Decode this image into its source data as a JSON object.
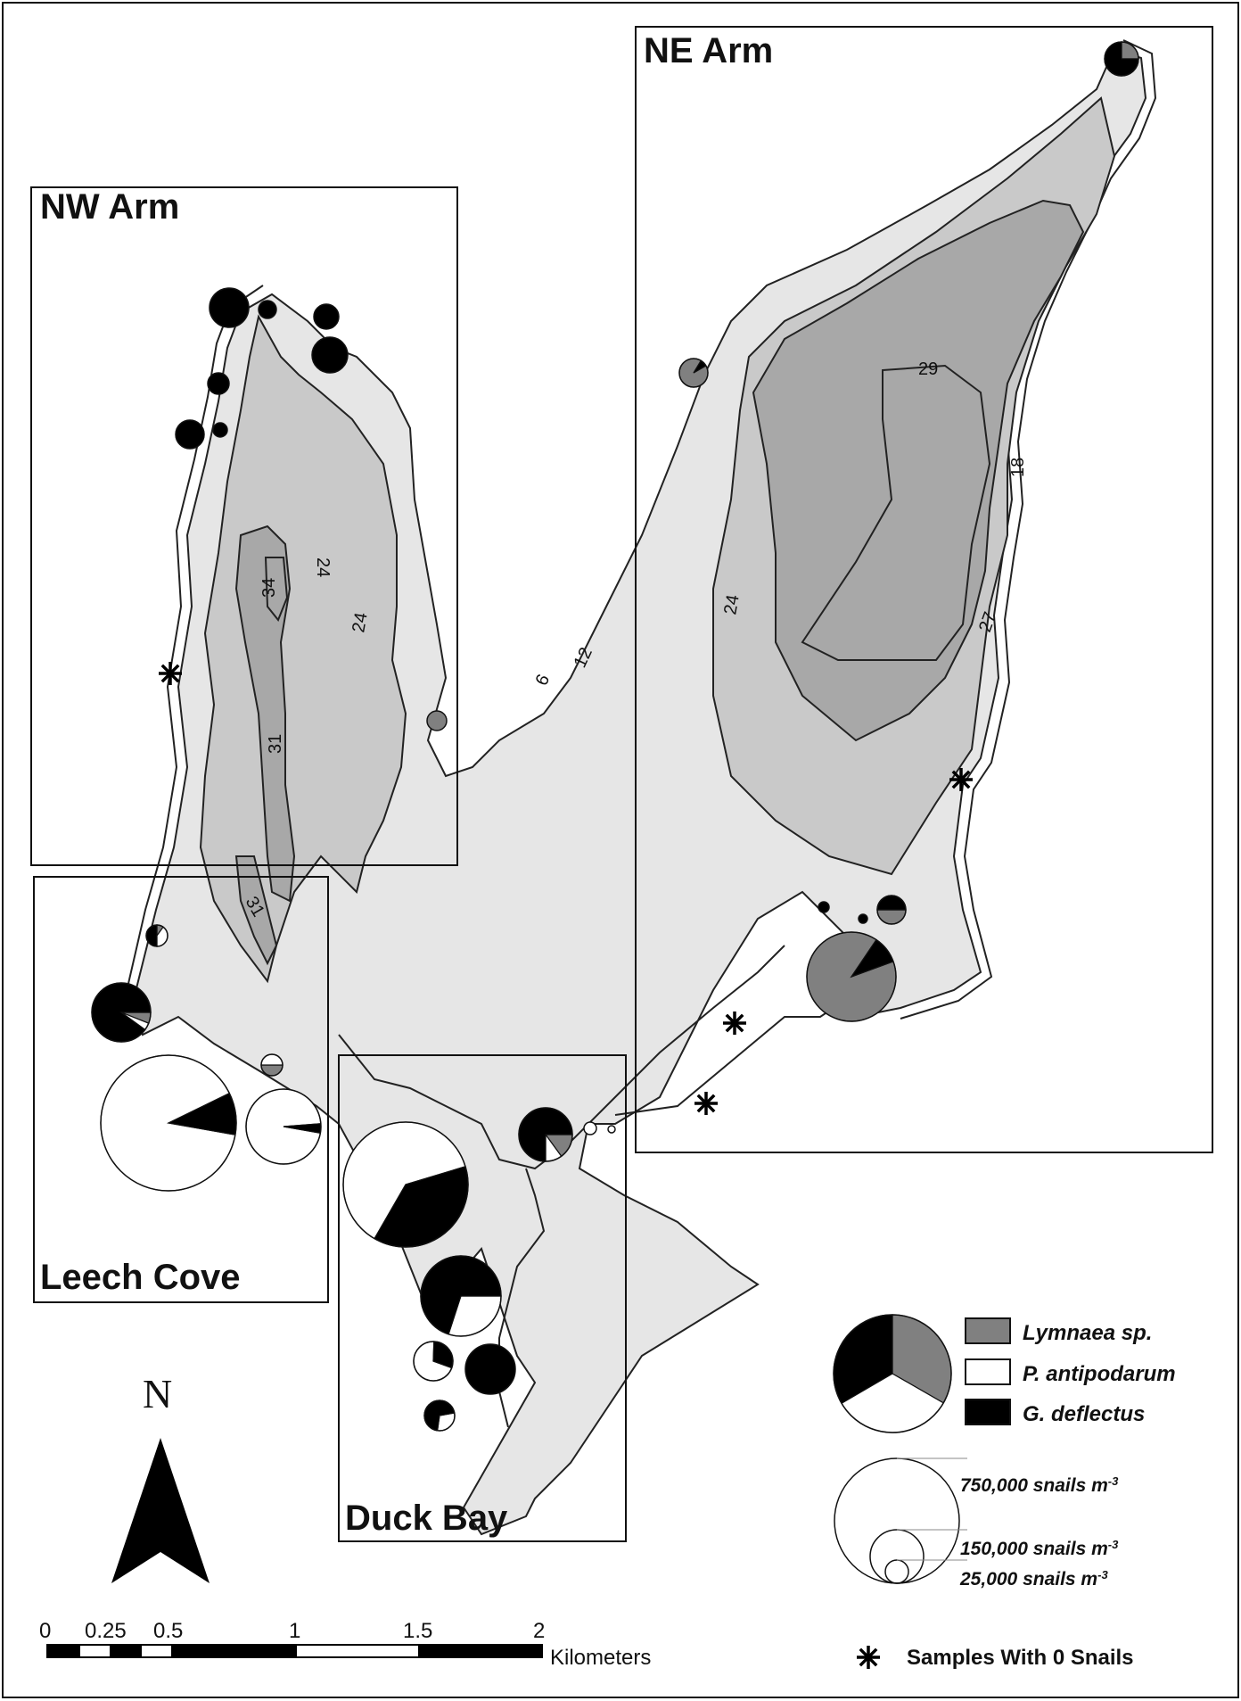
{
  "regions": {
    "ne_arm": "NE Arm",
    "nw_arm": "NW Arm",
    "leech_cove": "Leech Cove",
    "duck_bay": "Duck Bay"
  },
  "contours": {
    "c29": "29",
    "c18": "18",
    "c24_ne": "24",
    "c27": "27",
    "c6": "6",
    "c12": "12",
    "c34": "34",
    "c24_nw_a": "24",
    "c24_nw_b": "24",
    "c31_a": "31",
    "c31_b": "31"
  },
  "legend": {
    "species": [
      {
        "name": "Lymnaea sp.",
        "color": "#808080"
      },
      {
        "name": "P. antipodarum",
        "color": "#ffffff"
      },
      {
        "name": "G. deflectus",
        "color": "#000000"
      }
    ],
    "sizes": [
      {
        "label": "750,000 snails m",
        "sup": "-3"
      },
      {
        "label": "150,000 snails m",
        "sup": "-3"
      },
      {
        "label": "25,000 snails m",
        "sup": "-3"
      }
    ],
    "zero_label": "Samples With 0 Snails"
  },
  "north": "N",
  "scale_bar": {
    "ticks": [
      "0",
      "0.25",
      "0.5",
      "1",
      "1.5",
      "2"
    ],
    "unit": "Kilometers"
  },
  "colors": {
    "shallow": "#e6e6e6",
    "mid": "#c9c9c9",
    "deep": "#a8a8a8",
    "lymnaea": "#808080",
    "potamopyrgus": "#ffffff",
    "gyraulus": "#000000"
  }
}
